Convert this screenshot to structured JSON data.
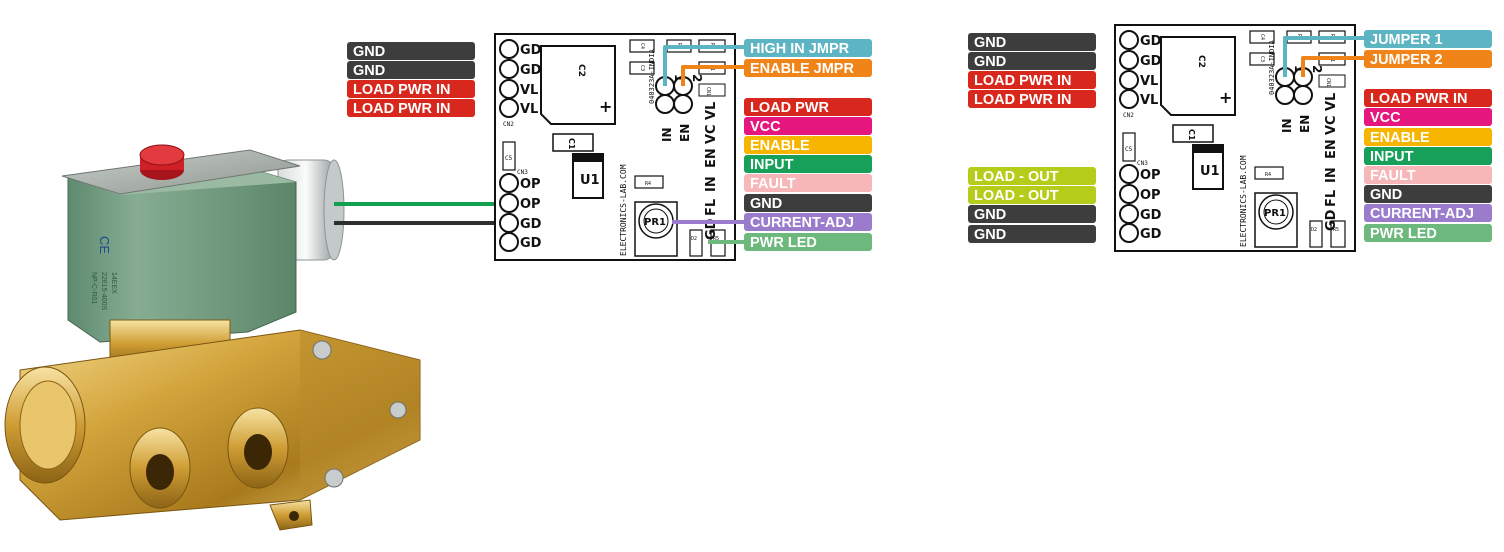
{
  "left_diagram": {
    "left_labels": [
      {
        "text": "GND",
        "color": "#3d3d3d"
      },
      {
        "text": "GND",
        "color": "#3d3d3d"
      },
      {
        "text": "LOAD PWR IN",
        "color": "#d8271c"
      },
      {
        "text": "LOAD PWR IN",
        "color": "#d8271c"
      }
    ],
    "right_labels": [
      {
        "text": "LOAD PWR",
        "color": "#d8271c"
      },
      {
        "text": "VCC",
        "color": "#e5177f"
      },
      {
        "text": "ENABLE",
        "color": "#f7b500"
      },
      {
        "text": "INPUT",
        "color": "#16a05a"
      },
      {
        "text": "FAULT",
        "color": "#f7b6b8"
      },
      {
        "text": "GND",
        "color": "#3d3d3d"
      },
      {
        "text": "CURRENT-ADJ",
        "color": "#9b7ccc"
      },
      {
        "text": "PWR LED",
        "color": "#6db87c"
      }
    ],
    "jumper_labels": [
      {
        "text": "HIGH IN JMPR",
        "color": "#5db4c2"
      },
      {
        "text": "ENABLE JMPR",
        "color": "#f08419"
      }
    ]
  },
  "right_diagram": {
    "left_labels": [
      {
        "text": "GND",
        "color": "#3d3d3d"
      },
      {
        "text": "GND",
        "color": "#3d3d3d"
      },
      {
        "text": "LOAD PWR IN",
        "color": "#d8271c"
      },
      {
        "text": "LOAD PWR IN",
        "color": "#d8271c"
      },
      {
        "text": "LOAD - OUT",
        "color": "#b5cc1a"
      },
      {
        "text": "LOAD - OUT",
        "color": "#b5cc1a"
      },
      {
        "text": "GND",
        "color": "#3d3d3d"
      },
      {
        "text": "GND",
        "color": "#3d3d3d"
      }
    ],
    "right_labels": [
      {
        "text": "LOAD PWR IN",
        "color": "#d8271c"
      },
      {
        "text": "VCC",
        "color": "#e5177f"
      },
      {
        "text": "ENABLE",
        "color": "#f7b500"
      },
      {
        "text": "INPUT",
        "color": "#16a05a"
      },
      {
        "text": "FAULT",
        "color": "#f7b6b8"
      },
      {
        "text": "GND",
        "color": "#3d3d3d"
      },
      {
        "text": "CURRENT-ADJ",
        "color": "#9b7ccc"
      },
      {
        "text": "PWR LED",
        "color": "#6db87c"
      }
    ],
    "jumper_labels": [
      {
        "text": "JUMPER 1",
        "color": "#5db4c2"
      },
      {
        "text": "JUMPER 2",
        "color": "#f08419"
      }
    ]
  },
  "board": {
    "cn2_pins": [
      "GD",
      "GD",
      "VL",
      "VL"
    ],
    "cn3_pins": [
      "OP",
      "OP",
      "GD",
      "GD"
    ],
    "cn1_pins": [
      "VL",
      "VC",
      "EN",
      "IN",
      "FL",
      "GD"
    ],
    "jumper_pins": [
      "IN",
      "EN"
    ],
    "jumper_numbers": [
      "1",
      "2"
    ],
    "cn2": "CN2",
    "cn3": "CN3",
    "cn1": "CN1",
    "c1": "C1",
    "c2": "C2",
    "c3": "C3",
    "c4": "C4",
    "c5": "C5",
    "r1": "R1",
    "r2": "R2",
    "r3": "R3",
    "r4": "R4",
    "r5": "R5",
    "d1": "D1",
    "d2": "D2",
    "u1": "U1",
    "pr1": "PR1",
    "brand": "ELECTRONICS-LAB.COM",
    "code": "040323A-INDIA",
    "plus": "+"
  },
  "valve": {
    "ce_mark": "CE",
    "body_text": [
      "NP-C-R01",
      "22615-400S",
      "14EEX"
    ]
  }
}
